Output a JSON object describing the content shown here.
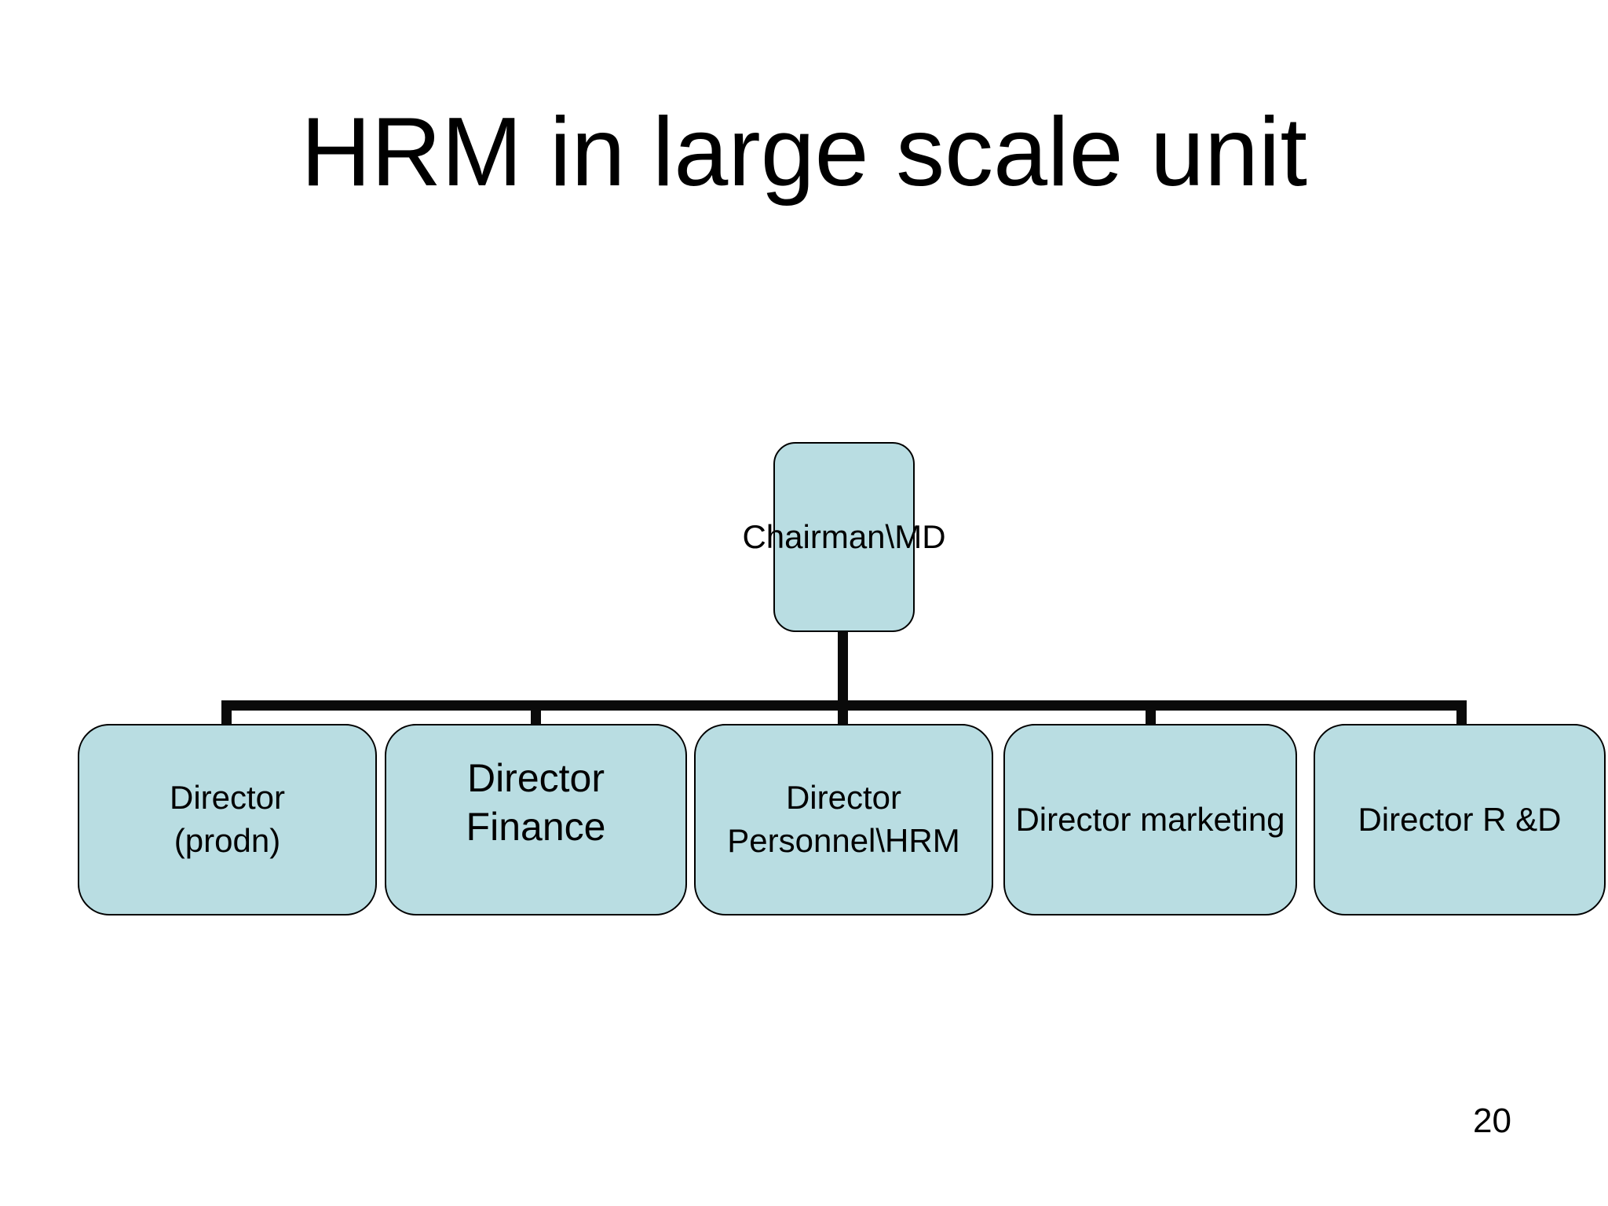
{
  "slide": {
    "title": "HRM in large scale unit",
    "page_number": "20"
  },
  "org": {
    "root": {
      "label": "Chairman\\MD"
    },
    "children": [
      {
        "lines": [
          "Director",
          "(prodn)"
        ]
      },
      {
        "lines": [
          "Director",
          "Finance"
        ]
      },
      {
        "lines": [
          "Director",
          "Personnel\\HRM"
        ]
      },
      {
        "lines": [
          "Director marketing"
        ]
      },
      {
        "lines": [
          "Director R &D"
        ]
      }
    ]
  },
  "colors": {
    "background": "#ffffff",
    "node_fill": "#b9dde2",
    "node_border": "#000000",
    "connector": "#0a0a0a",
    "text": "#000000"
  }
}
